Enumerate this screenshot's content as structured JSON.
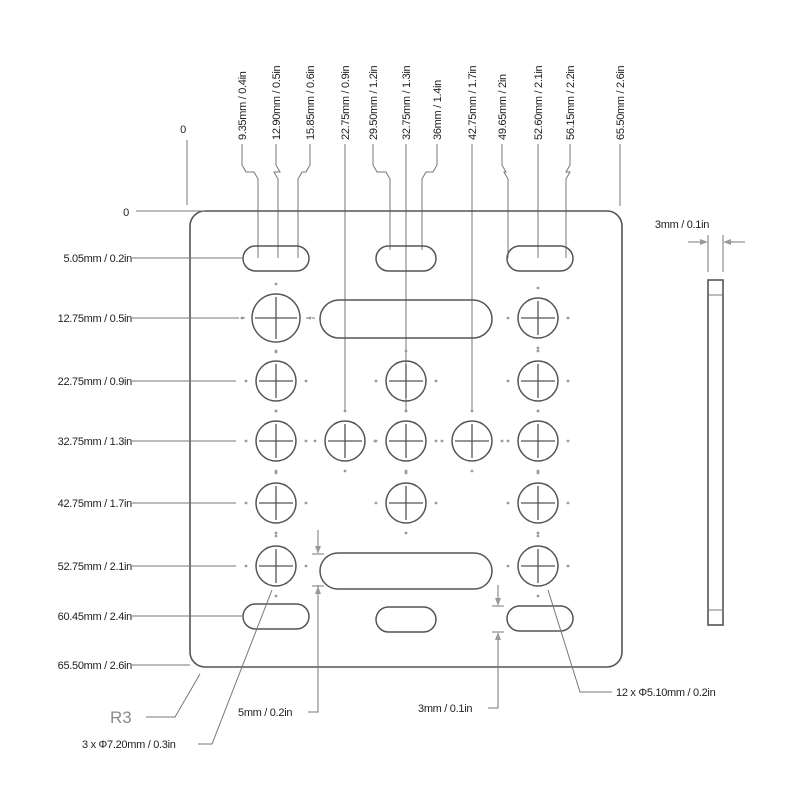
{
  "top_labels": [
    "9.35mm / 0.4in",
    "12.90mm / 0.5in",
    "15.85mm / 0.6in",
    "22.75mm / 0.9in",
    "29.50mm / 1.2in",
    "32.75mm / 1.3in",
    "36mm / 1.4in",
    "42.75mm / 1.7in",
    "49.65mm / 2in",
    "52.60mm / 2.1in",
    "56.15mm / 2.2in",
    "65.50mm / 2.6in"
  ],
  "left_labels": [
    "5.05mm / 0.2in",
    "12.75mm / 0.5in",
    "22.75mm / 0.9in",
    "32.75mm / 1.3in",
    "42.75mm / 1.7in",
    "52.75mm / 2.1in",
    "60.45mm / 2.4in",
    "65.50mm / 2.6in"
  ],
  "origin_x": "0",
  "origin_y": "0",
  "thickness_label": "3mm / 0.1in",
  "corner_radius": "R3",
  "large_holes_note": "3 x Φ7.20mm / 0.3in",
  "small_holes_note": "12 x Φ5.10mm / 0.2in",
  "slot_gap_label": "5mm / 0.2in",
  "slot_width_label": "3mm / 0.1in"
}
